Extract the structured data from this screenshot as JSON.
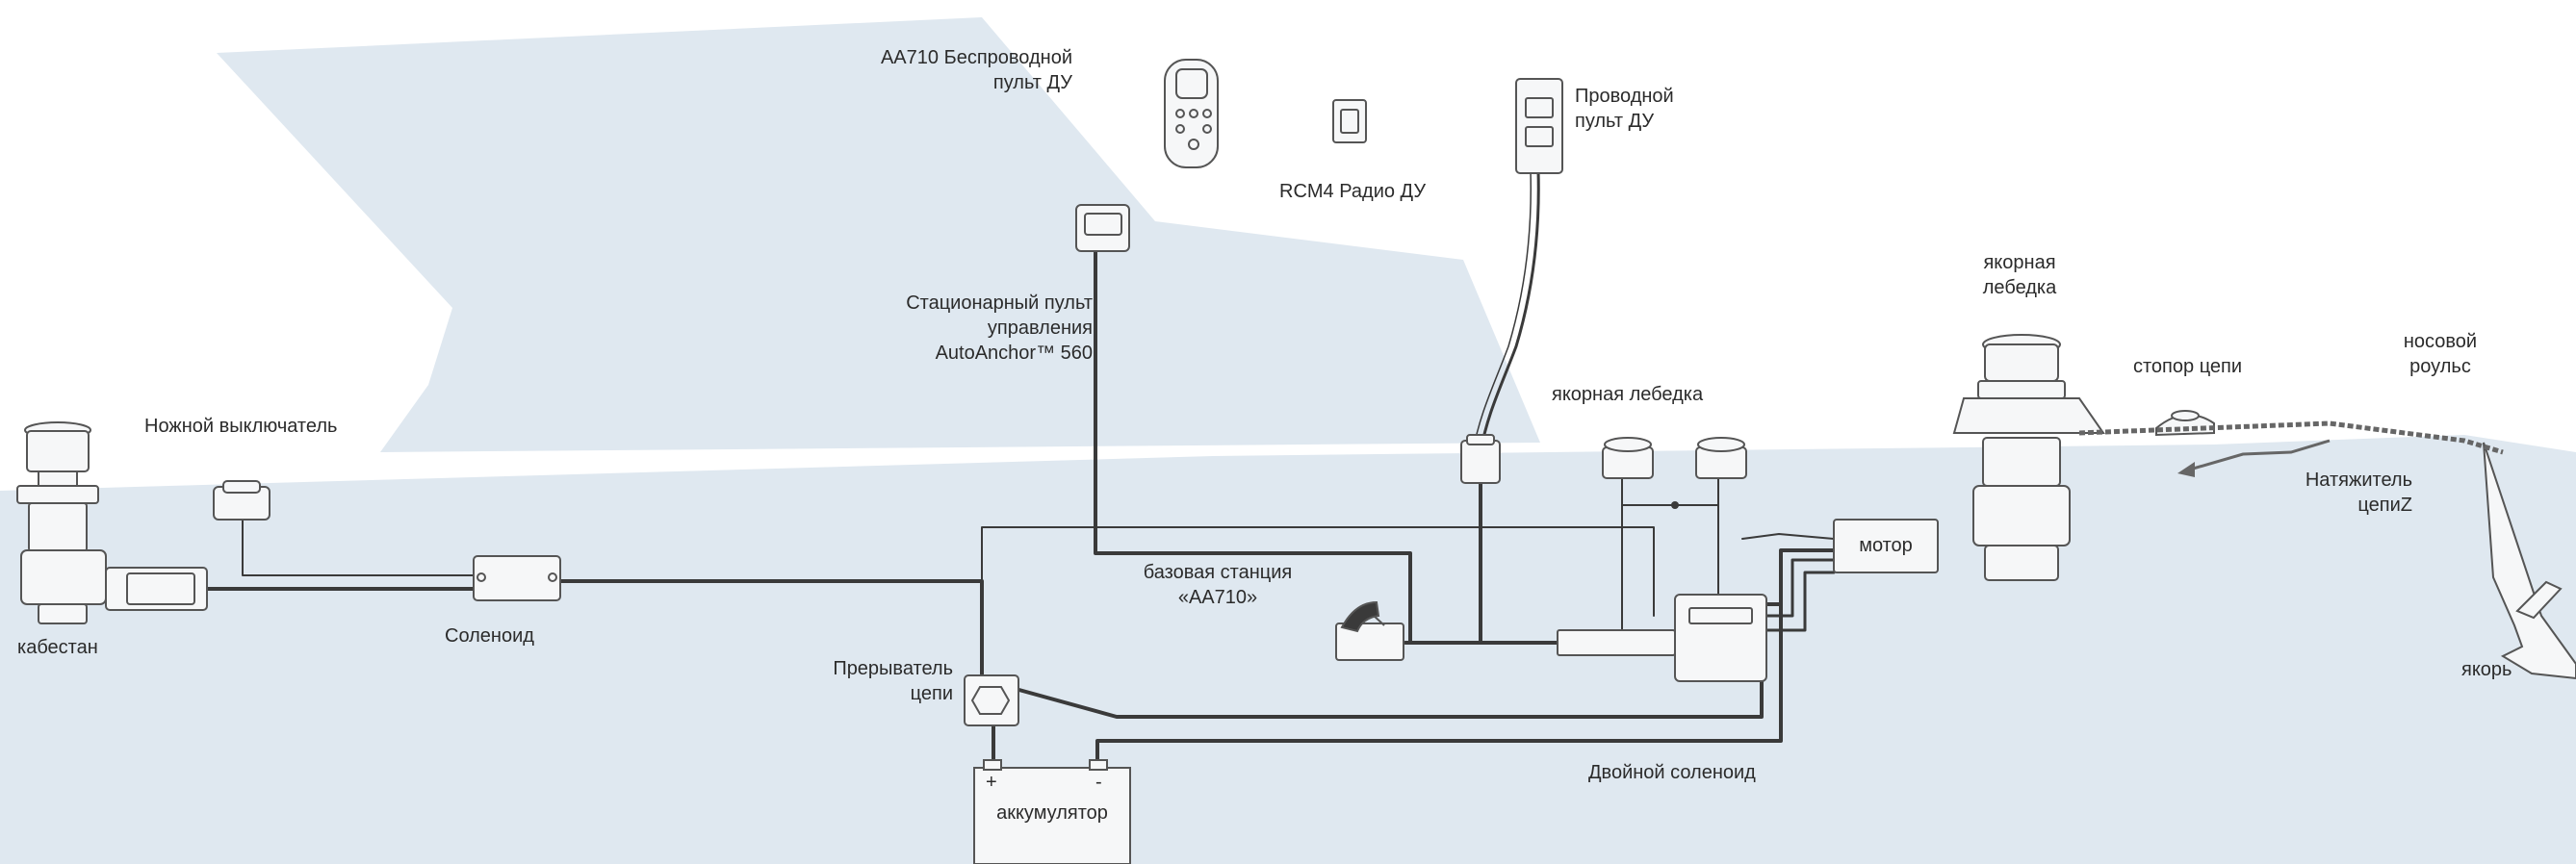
{
  "colors": {
    "hull": "#dfe8f0",
    "wire": "#3a3a3a",
    "component_fill": "#f6f7f8",
    "component_stroke": "#555555",
    "text": "#2b2b2b"
  },
  "labels": {
    "wireless_remote": [
      "AA710 Беспроводной",
      "пульт ДУ"
    ],
    "rcm4": "RCM4 Радио ДУ",
    "wired_remote": [
      "Проводной",
      "пульт ДУ"
    ],
    "stationary_panel": [
      "Стационарный пульт",
      "управления",
      "AutoAnchor™ 560"
    ],
    "windlass_top": [
      "якорная",
      "лебедка"
    ],
    "chain_stopper": "стопор цепи",
    "bow_roller": [
      "носовой",
      "роульс"
    ],
    "windlass_switches": "якорная лебедка",
    "foot_switch": "Ножной выключатель",
    "chain_tensioner": [
      "Натяжитель",
      "цепиZ"
    ],
    "motor": "мотор",
    "base_station": [
      "базовая станция",
      "«АА710»"
    ],
    "capstan": "кабестан",
    "solenoid": "Соленоид",
    "circuit_breaker": [
      "Прерыватель",
      "цепи"
    ],
    "anchor": "якорь",
    "dual_solenoid": "Двойной соленоид",
    "battery": "аккумулятор",
    "battery_plus": "+",
    "battery_minus": "-"
  }
}
